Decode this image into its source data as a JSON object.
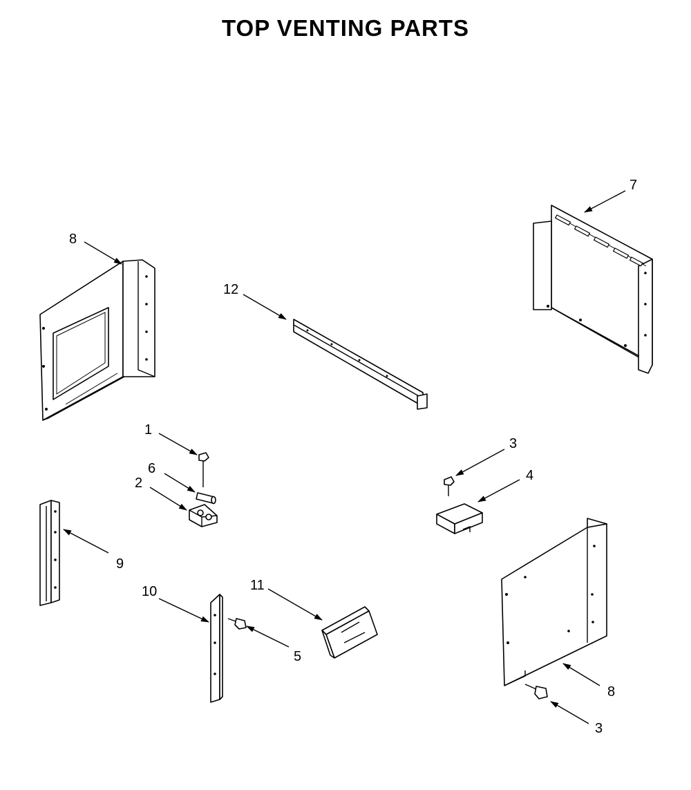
{
  "title": "TOP VENTING PARTS",
  "callouts": {
    "c1": "1",
    "c2": "2",
    "c3a": "3",
    "c3b": "3",
    "c4": "4",
    "c5": "5",
    "c6": "6",
    "c7": "7",
    "c8a": "8",
    "c8b": "8",
    "c9": "9",
    "c10": "10",
    "c11": "11",
    "c12": "12"
  }
}
